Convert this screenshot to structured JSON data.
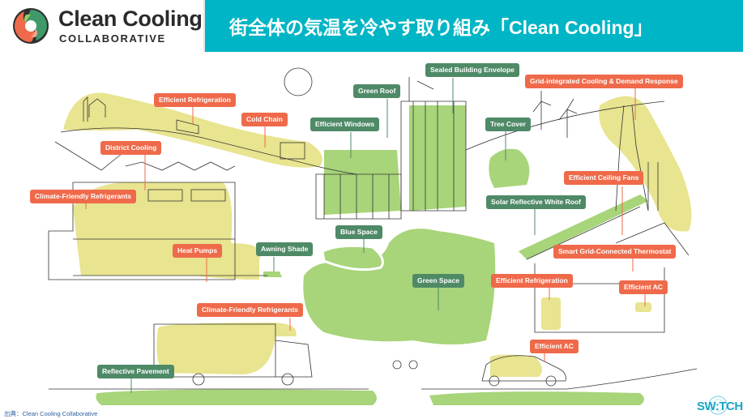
{
  "header": {
    "logo": {
      "name": "Clean Cooling",
      "sub": "COLLABORATIVE",
      "icon": "clean-cooling-logo-icon"
    },
    "title": "街全体の気温を冷やす取り組み「Clean Cooling」"
  },
  "colors": {
    "title_bg": "#00b5c5",
    "orange_label": "#ef6a4a",
    "green_label": "#4f8a67",
    "yellow_zone": "#e8e48f",
    "green_zone": "#a8d47a"
  },
  "labels": {
    "efficient_refrigeration_farm": "Efficient Refrigeration",
    "cold_chain": "Cold Chain",
    "district_cooling": "District Cooling",
    "climate_friendly_refrigerants_building": "Climate-Friendly Refrigerants",
    "heat_pumps": "Heat Pumps",
    "awning_shade": "Awning Shade",
    "climate_friendly_refrigerants_truck": "Climate-Friendly Refrigerants",
    "reflective_pavement": "Reflective Pavement",
    "green_roof": "Green Roof",
    "efficient_windows": "Efficient Windows",
    "sealed_building_envelope": "Sealed Building Envelope",
    "tree_cover": "Tree Cover",
    "grid_integrated_cooling": "Grid-integrated Cooling & Demand Response",
    "efficient_ceiling_fans": "Efficient Ceiling Fans",
    "solar_reflective_white_roof": "Solar Reflective White Roof",
    "smart_thermostat": "Smart Grid-Connected Thermostat",
    "efficient_refrigeration_house": "Efficient Refrigeration",
    "efficient_ac_house": "Efficient AC",
    "efficient_ac_car": "Efficient AC",
    "blue_space": "Blue Space",
    "green_space": "Green Space"
  },
  "footer": {
    "source": "出典：Clean Cooling Collaborative",
    "brand": "SW:TCH"
  }
}
